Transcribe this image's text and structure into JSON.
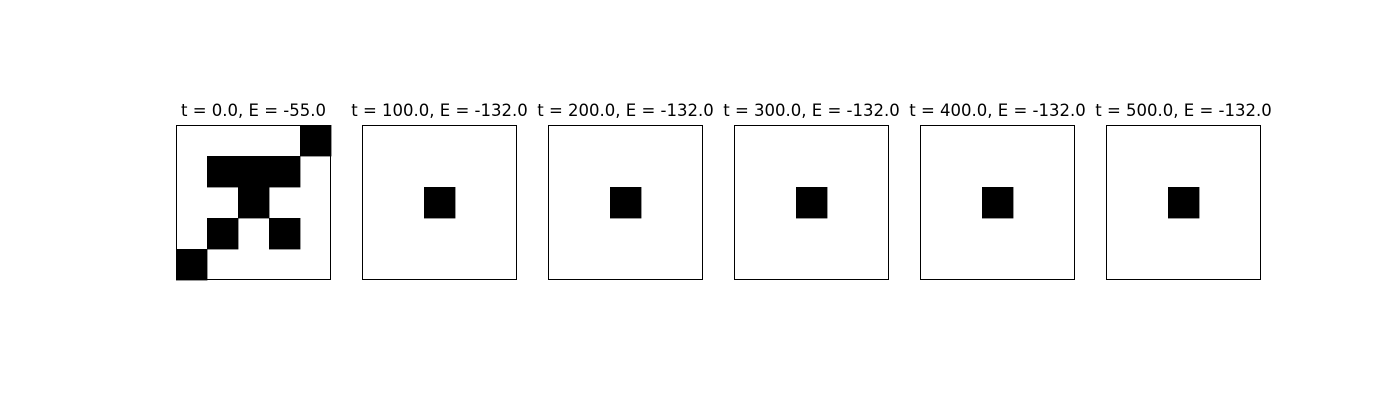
{
  "chart_data": {
    "type": "heatmap",
    "colormap": {
      "0": "#ffffff",
      "1": "#000000"
    },
    "grid_size": 5,
    "axes_visible": false,
    "panels": [
      {
        "title": "t = 0.0, E = -55.0",
        "t": 0.0,
        "E": -55.0,
        "grid": [
          [
            0,
            0,
            0,
            0,
            1
          ],
          [
            0,
            1,
            1,
            1,
            0
          ],
          [
            0,
            0,
            1,
            0,
            0
          ],
          [
            0,
            1,
            0,
            1,
            0
          ],
          [
            1,
            0,
            0,
            0,
            0
          ]
        ]
      },
      {
        "title": "t = 100.0, E = -132.0",
        "t": 100.0,
        "E": -132.0,
        "grid": [
          [
            0,
            0,
            0,
            0,
            0
          ],
          [
            0,
            0,
            0,
            0,
            0
          ],
          [
            0,
            0,
            1,
            0,
            0
          ],
          [
            0,
            0,
            0,
            0,
            0
          ],
          [
            0,
            0,
            0,
            0,
            0
          ]
        ]
      },
      {
        "title": "t = 200.0, E = -132.0",
        "t": 200.0,
        "E": -132.0,
        "grid": [
          [
            0,
            0,
            0,
            0,
            0
          ],
          [
            0,
            0,
            0,
            0,
            0
          ],
          [
            0,
            0,
            1,
            0,
            0
          ],
          [
            0,
            0,
            0,
            0,
            0
          ],
          [
            0,
            0,
            0,
            0,
            0
          ]
        ]
      },
      {
        "title": "t = 300.0, E = -132.0",
        "t": 300.0,
        "E": -132.0,
        "grid": [
          [
            0,
            0,
            0,
            0,
            0
          ],
          [
            0,
            0,
            0,
            0,
            0
          ],
          [
            0,
            0,
            1,
            0,
            0
          ],
          [
            0,
            0,
            0,
            0,
            0
          ],
          [
            0,
            0,
            0,
            0,
            0
          ]
        ]
      },
      {
        "title": "t = 400.0, E = -132.0",
        "t": 400.0,
        "E": -132.0,
        "grid": [
          [
            0,
            0,
            0,
            0,
            0
          ],
          [
            0,
            0,
            0,
            0,
            0
          ],
          [
            0,
            0,
            1,
            0,
            0
          ],
          [
            0,
            0,
            0,
            0,
            0
          ],
          [
            0,
            0,
            0,
            0,
            0
          ]
        ]
      },
      {
        "title": "t = 500.0, E = -132.0",
        "t": 500.0,
        "E": -132.0,
        "grid": [
          [
            0,
            0,
            0,
            0,
            0
          ],
          [
            0,
            0,
            0,
            0,
            0
          ],
          [
            0,
            0,
            1,
            0,
            0
          ],
          [
            0,
            0,
            0,
            0,
            0
          ],
          [
            0,
            0,
            0,
            0,
            0
          ]
        ]
      }
    ]
  }
}
